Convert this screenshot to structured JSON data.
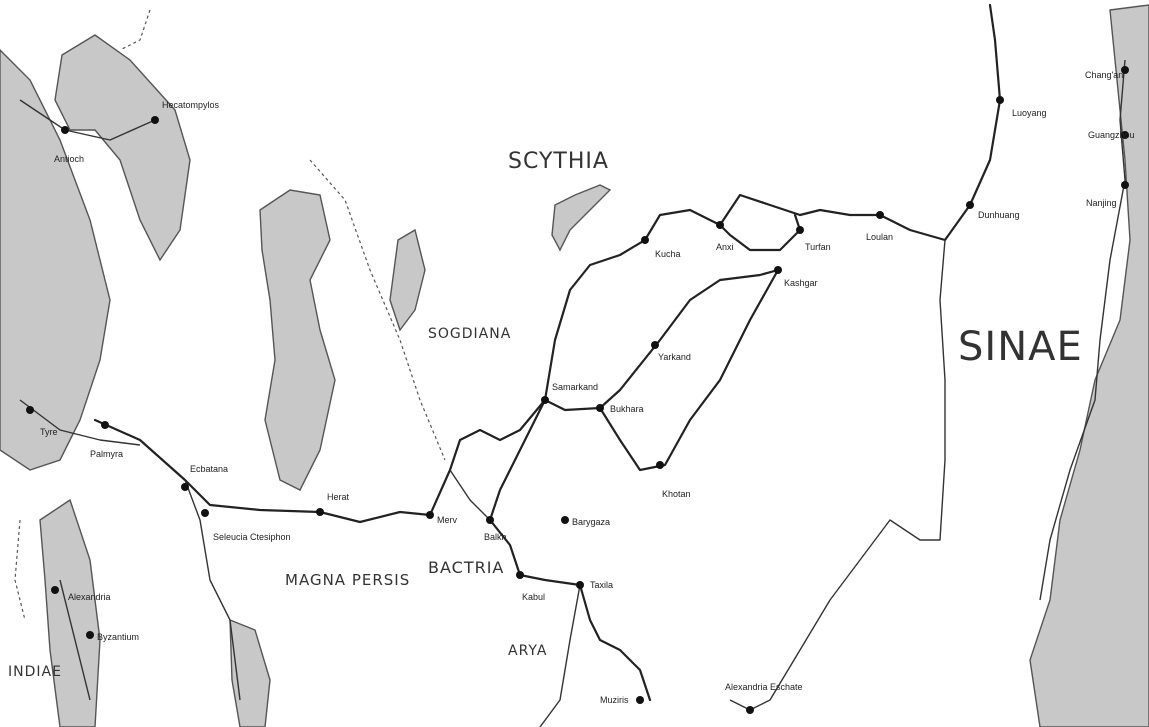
{
  "regions": {
    "scythia": "SCYTHIA",
    "sinae": "SINAE",
    "bactria": "BACTRIA",
    "persis": "MAGNA PERSIS",
    "sogdiana": "SOGDIANA",
    "arya": "ARYA",
    "indiae": "INDIAE"
  },
  "cities": [
    {
      "id": "c1",
      "label": "Luoyang"
    },
    {
      "id": "c2",
      "label": "Dunhuang"
    },
    {
      "id": "c3",
      "label": "Loulan"
    },
    {
      "id": "c4",
      "label": "Turfan"
    },
    {
      "id": "c5",
      "label": "Kashgar"
    },
    {
      "id": "c6",
      "label": "Samarkand"
    },
    {
      "id": "c7",
      "label": "Bukhara"
    },
    {
      "id": "c8",
      "label": "Merv"
    },
    {
      "id": "c9",
      "label": "Balkh"
    },
    {
      "id": "c10",
      "label": "Herat"
    },
    {
      "id": "c11",
      "label": "Ecbatana"
    },
    {
      "id": "c12",
      "label": "Seleucia Ctesiphon"
    },
    {
      "id": "c13",
      "label": "Palmyra"
    },
    {
      "id": "c14",
      "label": "Antioch"
    },
    {
      "id": "c15",
      "label": "Alexandria"
    },
    {
      "id": "c16",
      "label": "Hecatompylos"
    },
    {
      "id": "c17",
      "label": "Kabul"
    },
    {
      "id": "c18",
      "label": "Taxila"
    },
    {
      "id": "c19",
      "label": "Khotan"
    },
    {
      "id": "c20",
      "label": "Yarkand"
    },
    {
      "id": "c21",
      "label": "Kucha"
    },
    {
      "id": "c22",
      "label": "Anxi"
    },
    {
      "id": "c23",
      "label": "Chang'an"
    },
    {
      "id": "c24",
      "label": "Guangzhou"
    },
    {
      "id": "c25",
      "label": "Nanjing"
    },
    {
      "id": "c26",
      "label": "Barygaza"
    },
    {
      "id": "c27",
      "label": "Muziris"
    },
    {
      "id": "c28",
      "label": "Alexandria Eschate"
    },
    {
      "id": "c29",
      "label": "Byzantium"
    },
    {
      "id": "c30",
      "label": "Tyre"
    }
  ]
}
